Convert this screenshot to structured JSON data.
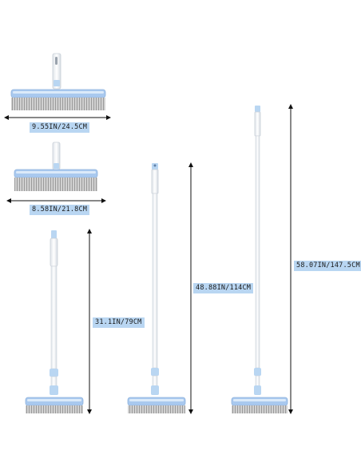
{
  "dimensions": [
    {
      "id": "head-large-width",
      "text": "9.55IN/24.5CM"
    },
    {
      "id": "head-small-width",
      "text": "8.58IN/21.8CM"
    },
    {
      "id": "short-length",
      "text": "31.1IN/79CM"
    },
    {
      "id": "medium-length",
      "text": "48.88IN/114CM"
    },
    {
      "id": "long-length",
      "text": "58.07IN/147.5CM"
    }
  ],
  "colors": {
    "background": "#ffffff",
    "label_bg": "#b9d6f2",
    "handle": "#f4f6f8",
    "accent_blue": "#9bbde6",
    "bristles": "#a9a9a9",
    "arrow": "#111111"
  }
}
